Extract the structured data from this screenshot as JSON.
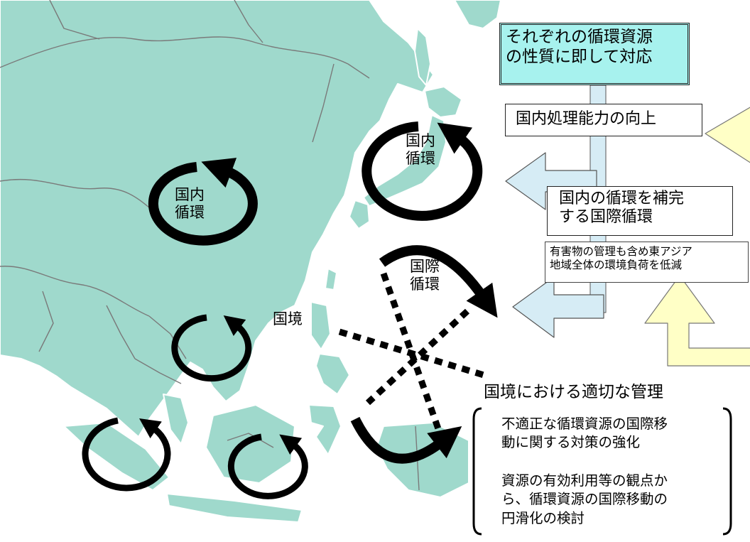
{
  "colors": {
    "sea": "#ffffff",
    "land": "#9fd9cc",
    "border_lines": "#7a7a7a",
    "cyan_box": "#a7f2ee",
    "light_blue_arrow": "#d6ecf5",
    "yellow_arrow": "#ffffc6",
    "cycle_arrow": "#000000"
  },
  "cycle_labels": {
    "japan": [
      "国内",
      "循環"
    ],
    "china": [
      "国内",
      "循環"
    ],
    "international": [
      "国際",
      "循環"
    ]
  },
  "border_label": "国境",
  "flow": {
    "top_box": [
      "それぞれの循環資源",
      "の性質に即して対応"
    ],
    "step1": "国内処理能力の向上",
    "step2": [
      "国内の循環を補完",
      "する国際循環"
    ],
    "step2_note": [
      "有害物の管理も含め東アジア",
      "地域全体の環境負荷を低減"
    ]
  },
  "border_management": {
    "title": "国境における適切な管理",
    "items": [
      [
        "不適正な循環資源の国際移",
        "動に関する対策の強化"
      ],
      [
        "資源の有効利用等の観点か",
        "ら、循環資源の国際移動の",
        "円滑化の検討"
      ]
    ]
  }
}
